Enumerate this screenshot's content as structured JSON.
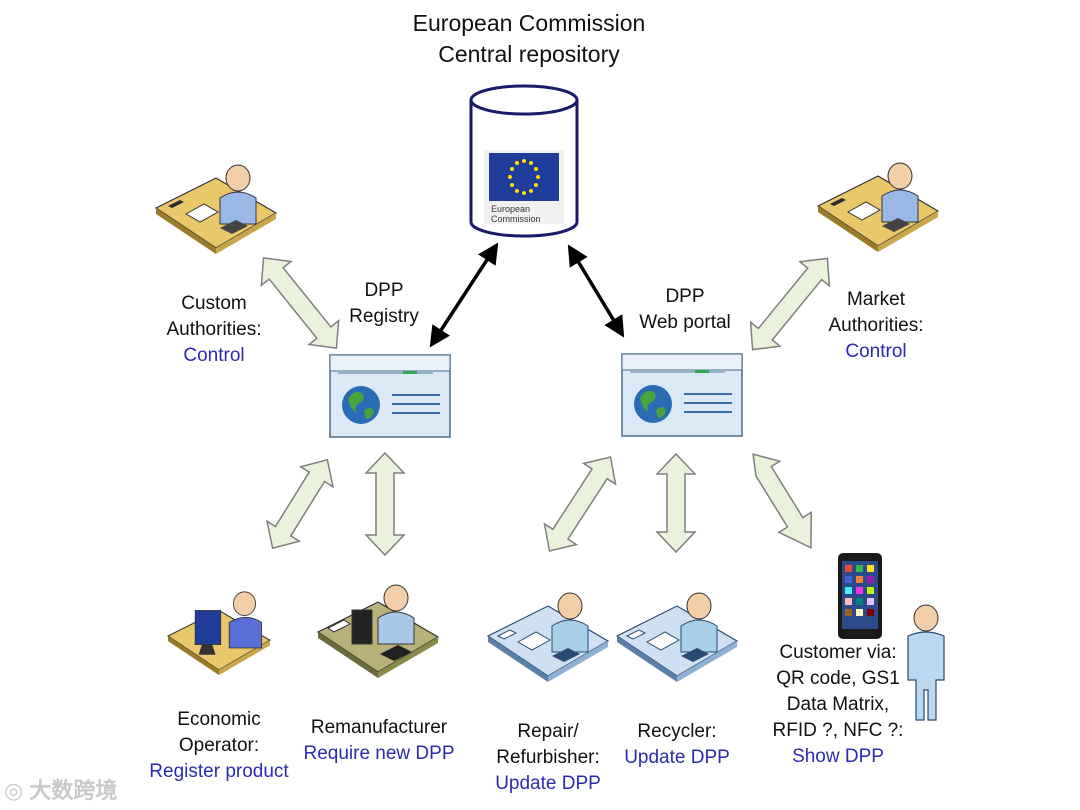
{
  "title": {
    "line1": "European Commission",
    "line2": "Central repository"
  },
  "repository": {
    "logo_line1": "European",
    "logo_line2": "Commission"
  },
  "registry": {
    "line1": "DPP",
    "line2": "Registry"
  },
  "portal": {
    "line1": "DPP",
    "line2": "Web portal"
  },
  "custom": {
    "line1": "Custom",
    "line2": "Authorities:",
    "action": "Control"
  },
  "market": {
    "line1": "Market",
    "line2": "Authorities:",
    "action": "Control"
  },
  "economic": {
    "line1": "Economic",
    "line2": "Operator:",
    "action": "Register product"
  },
  "reman": {
    "line1": "Remanufacturer",
    "action": "Require new DPP"
  },
  "repair": {
    "line1": "Repair/",
    "line2": "Refurbisher:",
    "action": "Update DPP"
  },
  "recycler": {
    "line1": "Recycler:",
    "action": "Update DPP"
  },
  "customer": {
    "line1": "Customer via:",
    "line2": "QR code, GS1",
    "line3": "Data Matrix,",
    "line4": "RFID ?, NFC ?:",
    "action": "Show DPP"
  },
  "watermark": "大数跨境",
  "colors": {
    "action_text": "#2b2bb0",
    "arrow_fill": "#eaf2dc",
    "arrow_stroke": "#7f7f7f",
    "eu_blue": "#1f3c9a",
    "eu_star": "#ffdd00",
    "screen_blue": "#dbe9f7"
  }
}
